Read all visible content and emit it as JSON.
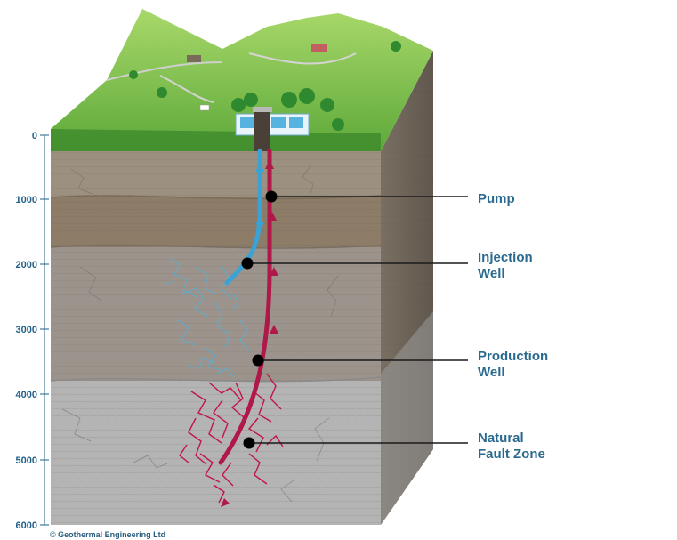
{
  "depth_axis": {
    "ticks": [
      "0",
      "1000",
      "2000",
      "3000",
      "4000",
      "5000",
      "6000"
    ]
  },
  "callouts": {
    "pump": {
      "lines": [
        "Pump"
      ]
    },
    "injection_well": {
      "lines": [
        "Injection",
        "Well"
      ]
    },
    "production_well": {
      "lines": [
        "Production",
        "Well"
      ]
    },
    "natural_fault_zone": {
      "lines": [
        "Natural",
        "Fault Zone"
      ]
    }
  },
  "credit": "© Geothermal Engineering Ltd",
  "colors": {
    "injection_well": "#3aa3d6",
    "production_well": "#b0184a",
    "text_accent": "#2b6a8f",
    "grass": "#7cc242"
  },
  "icons": [
    "pump-icon",
    "power-plant-icon",
    "well-marker-icon"
  ]
}
